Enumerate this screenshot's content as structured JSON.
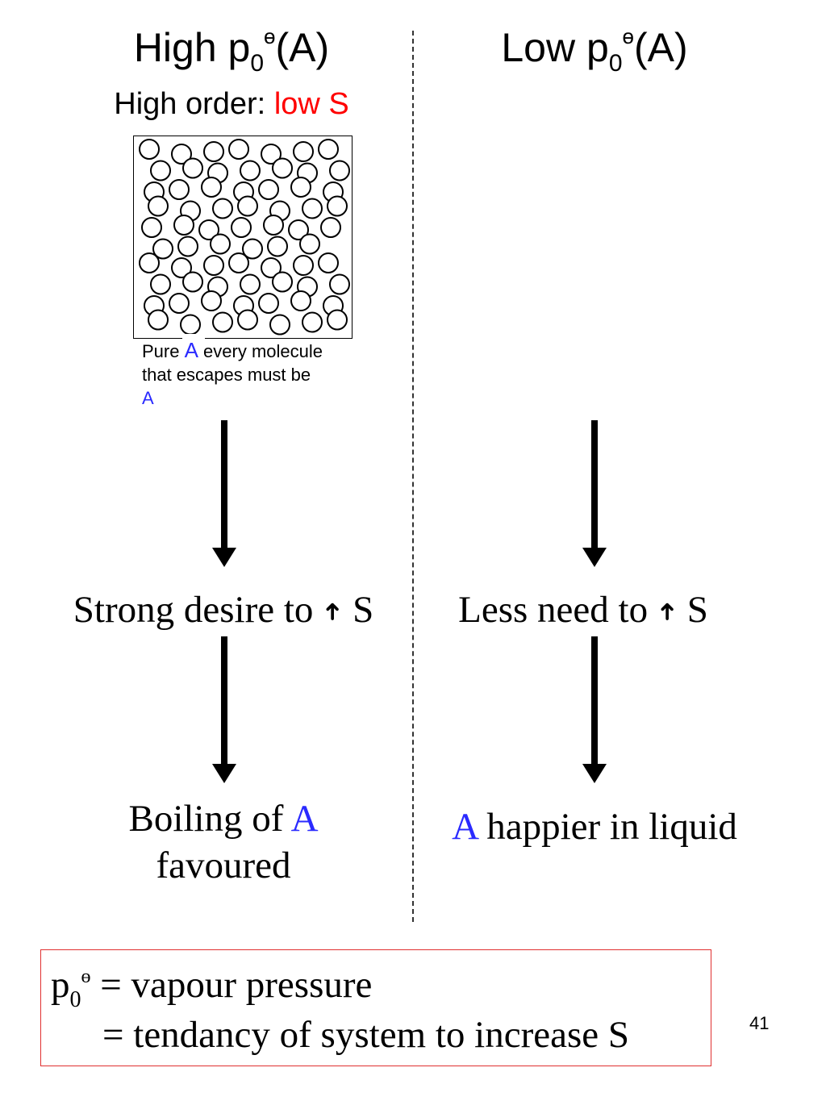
{
  "colors": {
    "red": "#ff0000",
    "blue": "#2a2aff",
    "box_border": "#e03030",
    "divider": "#333333"
  },
  "left_column": {
    "heading": {
      "prefix": "High p",
      "subscript": "0",
      "superscript": "ɵ",
      "suffix": "(A)"
    },
    "order_label": {
      "text": "High order: ",
      "highlight": "low S"
    },
    "caption": {
      "word1": "Pure ",
      "species1": "A",
      "rest1": " every molecule",
      "line2": "that escapes must be",
      "species2": "A"
    },
    "statement": {
      "text": "Strong desire to ",
      "arrow": "➜",
      "suffix": " S"
    },
    "result": {
      "prefix": "Boiling of ",
      "species": "A",
      "line2": "favoured"
    }
  },
  "right_column": {
    "heading": {
      "prefix": "Low p",
      "subscript": "0",
      "superscript": "ɵ",
      "suffix": "(A)"
    },
    "statement": {
      "text": "Less need to ",
      "arrow": "➜",
      "suffix": " S"
    },
    "result": {
      "species": "A",
      "suffix": " happier in liquid"
    }
  },
  "definition": {
    "line1": {
      "symbol": "p",
      "subscript": "0",
      "superscript": "ɵ",
      "text": " = vapour pressure"
    },
    "line2": "= tendancy of system to increase S"
  },
  "page_number": "41"
}
